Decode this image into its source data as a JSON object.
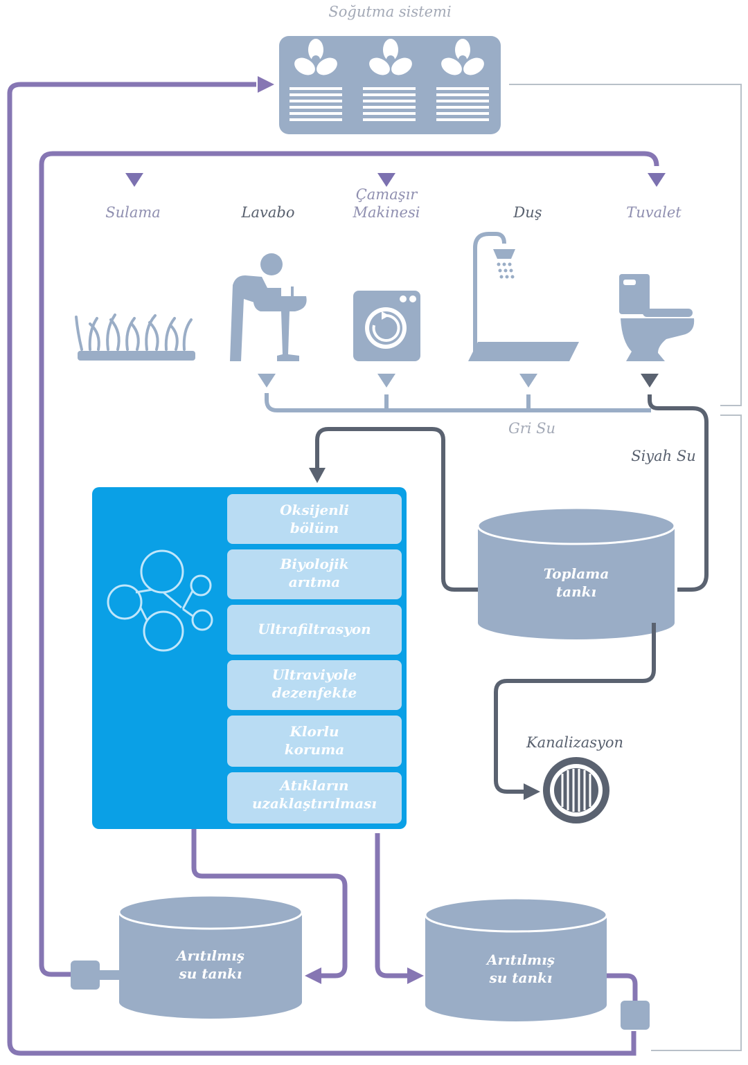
{
  "colors": {
    "purple": "#8676b3",
    "steel": "#9aadc6",
    "dark_pipe": "#5a6270",
    "blue_panel": "#0aa0e6",
    "step_box": "#b9dcf3",
    "thin_line": "#b8c0c8"
  },
  "cooling": {
    "title": "Soğutma sistemi"
  },
  "fixtures": {
    "irrigation": "Sulama",
    "sink": "Lavabo",
    "washer_line1": "Çamaşır",
    "washer_line2": "Makinesi",
    "shower": "Duş",
    "toilet": "Tuvalet"
  },
  "flows": {
    "grey_water": "Gri Su",
    "black_water": "Siyah Su",
    "sewer": "Kanalizasyon"
  },
  "treatment_steps": [
    {
      "line1": "Oksijenli",
      "line2": "bölüm"
    },
    {
      "line1": "Biyolojik",
      "line2": "arıtma"
    },
    {
      "line1": "Ultrafiltrasyon",
      "line2": ""
    },
    {
      "line1": "Ultraviyole",
      "line2": "dezenfekte"
    },
    {
      "line1": "Klorlu",
      "line2": "koruma"
    },
    {
      "line1": "Atıkların",
      "line2": "uzaklaştırılması"
    }
  ],
  "tanks": {
    "collection_line1": "Toplama",
    "collection_line2": "tankı",
    "treated_left_line1": "Arıtılmış",
    "treated_left_line2": "su tankı",
    "treated_right_line1": "Arıtılmış",
    "treated_right_line2": "su tankı"
  }
}
